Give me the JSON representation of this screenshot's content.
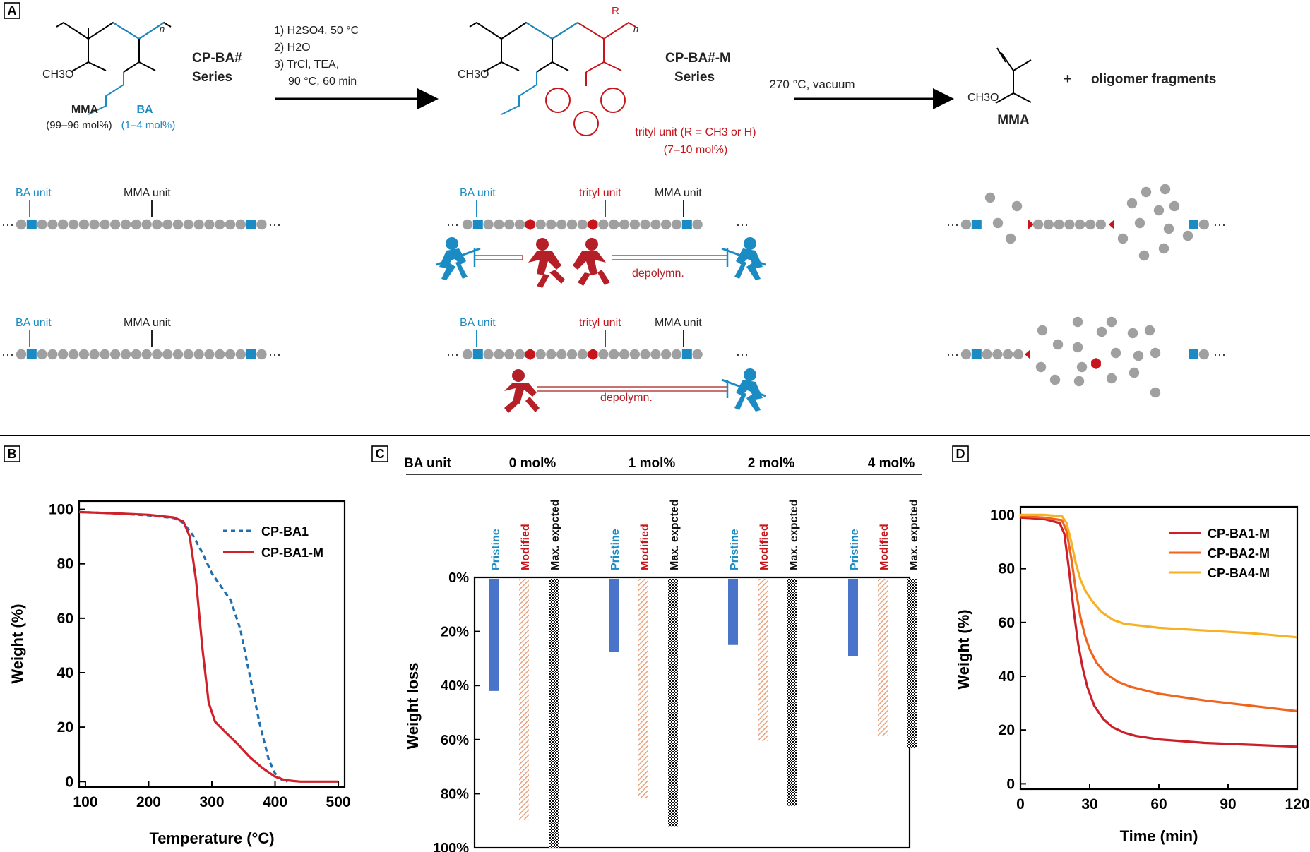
{
  "panel_a": {
    "label": "A",
    "monomer_mma": "MMA",
    "monomer_mma_pct": "(99–96 mol%)",
    "monomer_ba": "BA",
    "monomer_ba_pct": "(1–4 mol%)",
    "ch3o": "CH3O",
    "n_label": "n",
    "r_label": "R",
    "series1_line1": "CP-BA#",
    "series1_line2": "Series",
    "step1": "1) H2SO4, 50 °C",
    "step2": "2) H2O",
    "step3a": "3) TrCl, TEA,",
    "step3b": "90 °C, 60 min",
    "series2_line1": "CP-BA#-M",
    "series2_line2": "Series",
    "trityl_note1": "trityl unit (R = CH3 or H)",
    "trityl_note2": "(7–10 mol%)",
    "step4": "270 °C, vacuum",
    "product_mma": "MMA",
    "plus": "+",
    "oligomer": "oligomer fragments",
    "ba_unit": "BA unit",
    "mma_unit": "MMA unit",
    "trityl_unit": "trityl unit",
    "depolymn": "depolymn.",
    "ellipsis": "···",
    "colors": {
      "ba": "#1a8bc3",
      "trityl": "#c8151b",
      "mma": "#a0a0a0",
      "text": "#222222"
    }
  },
  "chart_data": [
    {
      "panel": "B",
      "type": "line",
      "xlabel": "Temperature (°C)",
      "ylabel": "Weight (%)",
      "xlim": [
        90,
        510
      ],
      "ylim": [
        -2,
        103
      ],
      "xticks": [
        100,
        200,
        300,
        400,
        500
      ],
      "yticks": [
        0,
        20,
        40,
        60,
        80,
        100
      ],
      "legend_placement": "top-right",
      "series": [
        {
          "name": "CP-BA1",
          "style": "dashed",
          "color": "#1f6fb0",
          "x": [
            90,
            150,
            200,
            240,
            255,
            270,
            285,
            300,
            315,
            330,
            345,
            360,
            375,
            390,
            400,
            410,
            420
          ],
          "y": [
            99,
            98.5,
            97.8,
            96.8,
            95,
            90.5,
            84,
            76.5,
            71.5,
            66.5,
            56,
            39,
            22,
            8,
            3,
            0.8,
            0
          ]
        },
        {
          "name": "CP-BA1-M",
          "style": "solid",
          "color": "#d0202a",
          "x": [
            90,
            150,
            200,
            240,
            255,
            265,
            275,
            285,
            295,
            305,
            320,
            340,
            360,
            380,
            400,
            415,
            430,
            440,
            500
          ],
          "y": [
            99,
            98.5,
            98,
            97,
            95.5,
            90,
            74,
            49,
            29,
            22,
            18.5,
            14,
            9,
            5,
            1.8,
            0.6,
            0.2,
            0,
            0
          ]
        }
      ]
    },
    {
      "panel": "C",
      "type": "bar",
      "header_label": "BA unit",
      "groups": [
        "0 mol%",
        "1 mol%",
        "2 mol%",
        "4 mol%"
      ],
      "bar_labels": [
        "Pristine",
        "Modified",
        "Max. expcted"
      ],
      "ylabel": "Weight loss",
      "ylim": [
        0,
        100
      ],
      "yticks": [
        "0%",
        "20%",
        "40%",
        "60%",
        "80%",
        "100%"
      ],
      "y_inverted": true,
      "series": [
        {
          "name": "Pristine",
          "color": "#4a74c9",
          "values": [
            42,
            27.5,
            25,
            29
          ]
        },
        {
          "name": "Modified",
          "color": "#e8a27c",
          "values": [
            89.5,
            81.5,
            60.5,
            58.5
          ]
        },
        {
          "name": "Max. expcted",
          "color": "#111111",
          "values": [
            100,
            92,
            84.5,
            63
          ]
        }
      ]
    },
    {
      "panel": "D",
      "type": "line",
      "xlabel": "Time (min)",
      "ylabel": "Weight (%)",
      "xlim": [
        0,
        120
      ],
      "ylim": [
        -2,
        103
      ],
      "xticks": [
        0,
        30,
        60,
        90,
        120
      ],
      "yticks": [
        0,
        20,
        40,
        60,
        80,
        100
      ],
      "legend_placement": "top-right",
      "series": [
        {
          "name": "CP-BA1-M",
          "color": "#cc1f2a",
          "x": [
            0,
            10,
            17,
            19,
            21,
            23,
            25,
            27,
            29,
            32,
            36,
            40,
            45,
            50,
            60,
            80,
            100,
            120
          ],
          "y": [
            99,
            98.5,
            97,
            93,
            80,
            65,
            52,
            43,
            36,
            29,
            24,
            21,
            19,
            17.8,
            16.5,
            15.2,
            14.5,
            13.8
          ]
        },
        {
          "name": "CP-BA2-M",
          "color": "#f0651d",
          "x": [
            0,
            10,
            18,
            20,
            22,
            24,
            26,
            28,
            30,
            33,
            37,
            42,
            48,
            60,
            80,
            100,
            120
          ],
          "y": [
            99.5,
            99,
            98,
            94,
            84,
            72,
            62,
            55,
            50,
            45,
            41,
            38,
            36,
            33.5,
            31,
            29,
            27
          ]
        },
        {
          "name": "CP-BA4-M",
          "color": "#f7b125",
          "x": [
            0,
            10,
            18,
            20,
            22,
            24,
            26,
            28,
            31,
            35,
            40,
            45,
            60,
            80,
            100,
            120
          ],
          "y": [
            100,
            100,
            99.5,
            97,
            90,
            82,
            76,
            72,
            68,
            64,
            61,
            59.5,
            58,
            57,
            56,
            54.5
          ]
        }
      ]
    }
  ],
  "panel_labels": {
    "b": "B",
    "c": "C",
    "d": "D"
  }
}
